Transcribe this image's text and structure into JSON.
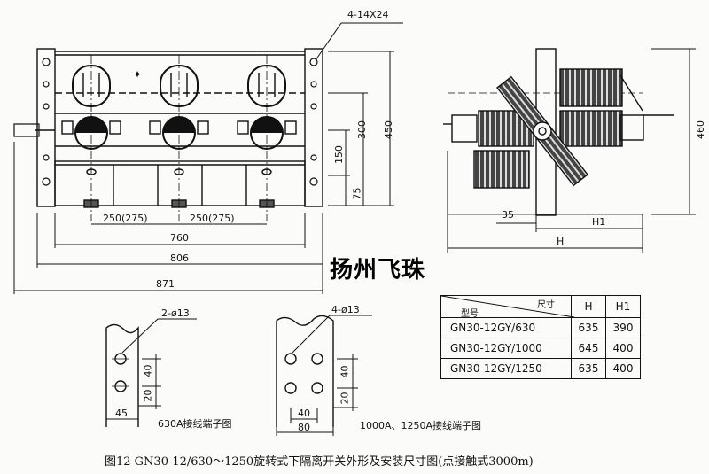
{
  "brand": "扬州飞珠",
  "front_view": {
    "mount_holes": "4-14X24",
    "dim_250_left": "250(275)",
    "dim_250_right": "250(275)",
    "dim_760": "760",
    "dim_806": "806",
    "dim_871": "871",
    "dim_300": "300",
    "dim_450": "450",
    "dim_150": "150",
    "dim_75": "75"
  },
  "side_view": {
    "dim_460": "460",
    "dim_35": "35",
    "dim_h1": "H1",
    "dim_h": "H"
  },
  "terminal_630": {
    "holes": "2-ø13",
    "dim_40": "40",
    "dim_20": "20",
    "dim_45": "45",
    "caption": "630A接线端子图"
  },
  "terminal_1000": {
    "holes": "4-ø13",
    "dim_40v": "40",
    "dim_20": "20",
    "dim_40h": "40",
    "dim_80": "80",
    "caption": "1000A、1250A接线端子图"
  },
  "spec_table": {
    "header_model": "型号",
    "header_size": "尺寸",
    "header_h": "H",
    "header_h1": "H1",
    "rows": [
      {
        "model": "GN30-12GY/630",
        "h": "635",
        "h1": "390"
      },
      {
        "model": "GN30-12GY/1000",
        "h": "645",
        "h1": "400"
      },
      {
        "model": "GN30-12GY/1250",
        "h": "635",
        "h1": "400"
      }
    ]
  },
  "figure_caption": "图12   GN30-12/630～1250旋转式下隔离开关外形及安装尺寸图(点接触式3000m)"
}
